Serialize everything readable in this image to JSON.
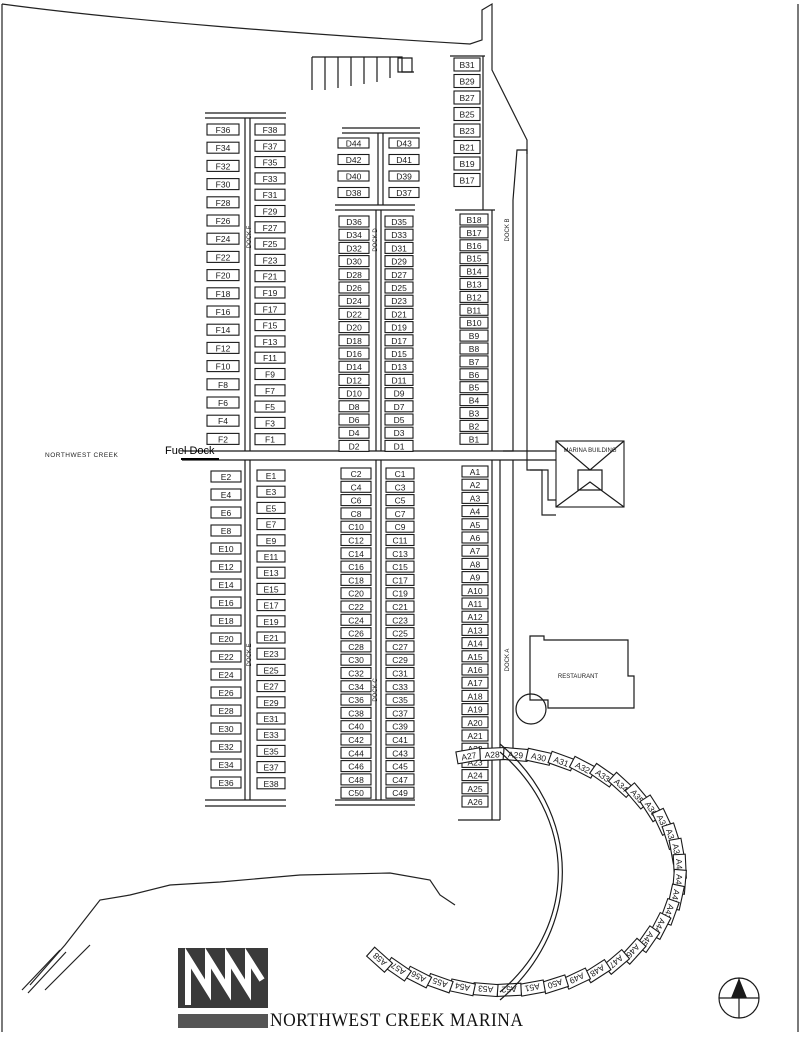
{
  "map": {
    "creek_label": "NORTHWEST CREEK",
    "fuel_dock_label": "Fuel Dock",
    "marina_building_label": "MARINA BUILDING",
    "restaurant_label": "RESTAURANT",
    "brand_name": "NORTHWEST CREEK MARINA",
    "dock_labels": {
      "b": "DOCK B",
      "a": "DOCK A",
      "d": "DOCK D",
      "c": "DOCK C",
      "f": "DOCK F",
      "e": "DOCK E"
    },
    "colors": {
      "ink": "#1a1a1a",
      "paper": "#ffffff"
    }
  },
  "docks": {
    "F_left": [
      "F36",
      "F34",
      "F32",
      "F30",
      "F28",
      "F26",
      "F24",
      "F22",
      "F20",
      "F18",
      "F16",
      "F14",
      "F12",
      "F10",
      "F8",
      "F6",
      "F4",
      "F2"
    ],
    "F_right": [
      "F38",
      "F37",
      "F35",
      "F33",
      "F31",
      "F29",
      "F27",
      "F25",
      "F23",
      "F21",
      "F19",
      "F17",
      "F15",
      "F13",
      "F11",
      "F9",
      "F7",
      "F5",
      "F3",
      "F1"
    ],
    "E_left": [
      "E2",
      "E4",
      "E6",
      "E8",
      "E10",
      "E12",
      "E14",
      "E16",
      "E18",
      "E20",
      "E22",
      "E24",
      "E26",
      "E28",
      "E30",
      "E32",
      "E34",
      "E36"
    ],
    "E_right": [
      "E1",
      "E3",
      "E5",
      "E7",
      "E9",
      "E11",
      "E13",
      "E15",
      "E17",
      "E19",
      "E21",
      "E23",
      "E25",
      "E27",
      "E29",
      "E31",
      "E33",
      "E35",
      "E37",
      "E38"
    ],
    "D_top_left": [
      "D44",
      "D42",
      "D40",
      "D38"
    ],
    "D_top_right": [
      "D43",
      "D41",
      "D39",
      "D37"
    ],
    "D_left": [
      "D36",
      "D34",
      "D32",
      "D30",
      "D28",
      "D26",
      "D24",
      "D22",
      "D20",
      "D18",
      "D16",
      "D14",
      "D12",
      "D10",
      "D8",
      "D6",
      "D4",
      "D2"
    ],
    "D_right": [
      "D35",
      "D33",
      "D31",
      "D29",
      "D27",
      "D25",
      "D23",
      "D21",
      "D19",
      "D17",
      "D15",
      "D13",
      "D11",
      "D9",
      "D7",
      "D5",
      "D3",
      "D1"
    ],
    "C_left": [
      "C2",
      "C4",
      "C6",
      "C8",
      "C10",
      "C12",
      "C14",
      "C16",
      "C18",
      "C20",
      "C22",
      "C24",
      "C26",
      "C28",
      "C30",
      "C32",
      "C34",
      "C36",
      "C38",
      "C40",
      "C42",
      "C44",
      "C46",
      "C48",
      "C50"
    ],
    "C_right": [
      "C1",
      "C3",
      "C5",
      "C7",
      "C9",
      "C11",
      "C13",
      "C15",
      "C17",
      "C19",
      "C21",
      "C23",
      "C25",
      "C27",
      "C29",
      "C31",
      "C33",
      "C35",
      "C37",
      "C39",
      "C41",
      "C43",
      "C45",
      "C47",
      "C49"
    ],
    "B_top": [
      "B31",
      "B29",
      "B27",
      "B25",
      "B23",
      "B21",
      "B19",
      "B17"
    ],
    "B": [
      "B18",
      "B17",
      "B16",
      "B15",
      "B14",
      "B13",
      "B12",
      "B11",
      "B10",
      "B9",
      "B8",
      "B7",
      "B6",
      "B5",
      "B4",
      "B3",
      "B2",
      "B1"
    ],
    "A_straight": [
      "A1",
      "A2",
      "A3",
      "A4",
      "A5",
      "A6",
      "A7",
      "A8",
      "A9",
      "A10",
      "A11",
      "A12",
      "A13",
      "A14",
      "A15",
      "A16",
      "A17",
      "A18",
      "A19",
      "A20",
      "A21",
      "A22",
      "A23",
      "A24",
      "A25",
      "A26"
    ],
    "A_arc": [
      "A27",
      "A28",
      "A29",
      "A30",
      "A31",
      "A32",
      "A33",
      "A34",
      "A35",
      "A36",
      "A37",
      "A38",
      "A39",
      "A40",
      "A41",
      "A42",
      "A43",
      "A44",
      "A45",
      "A46",
      "A47",
      "A48",
      "A49",
      "A50",
      "A51",
      "A52",
      "A53",
      "A54",
      "A55",
      "A56",
      "A57",
      "A58"
    ]
  }
}
